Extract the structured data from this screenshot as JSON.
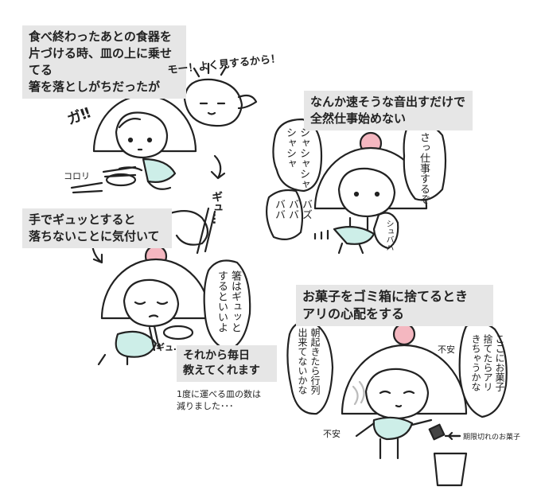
{
  "panel1": {
    "caption": "食べ終わったあとの食器を\n片づける時、皿の上に乗せてる\n箸を落としがちだったが",
    "sfx_ga": "ガ‼",
    "sfx_korori": "コロリ",
    "ghost_shout": "モー！よく見するから！"
  },
  "panel2": {
    "caption": "なんか速そうな音出すだけで\n全然仕事始めない",
    "bubble_left": "シャシャシャ\nシャシャ",
    "bubble_right": "さっ仕事するぞ",
    "bubble_bottom_left": "バズ\nババ\nババ",
    "bubble_bottom_right": "シュババ"
  },
  "panel3": {
    "sfx_gyu": "ギュ…",
    "caption": "手でギュッとすると\n落ちないことに気付いて",
    "bubble": "箸はギュッと\nするといいよ",
    "sfx_gyu_small": "ギュ…",
    "caption2": "それから毎日\n教えてくれます",
    "note": "1度に運べる皿の数は\n減りました･･･"
  },
  "panel4": {
    "caption": "お菓子をゴミ箱に捨てるとき\nアリの心配をする",
    "bubble_left": "朝起きたら行列\n出来てないかな",
    "bubble_right": "ここにお菓子\n捨てたらアリ\nきちゃうかな",
    "label_anxiety_top": "不安",
    "label_anxiety_bottom": "不安",
    "arrow_label": "期限切れのお菓子"
  }
}
